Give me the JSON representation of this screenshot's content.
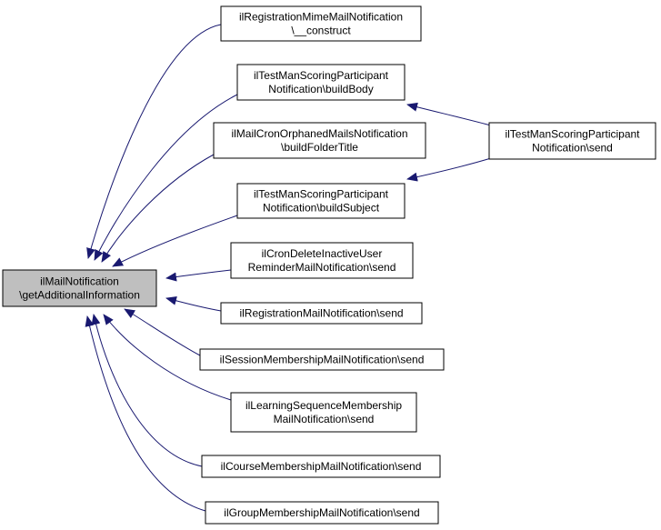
{
  "colors": {
    "edge": "#191970",
    "node_border": "#000000",
    "node_fill": "#ffffff",
    "root_fill": "#bfbfbf"
  },
  "nodes": [
    {
      "id": "root",
      "lines": [
        "ilMailNotification",
        "\\getAdditionalInformation"
      ],
      "highlighted": true
    },
    {
      "id": "n1",
      "lines": [
        "ilRegistrationMimeMailNotification",
        "\\__construct"
      ]
    },
    {
      "id": "n2",
      "lines": [
        "ilTestManScoringParticipant",
        "Notification\\buildBody"
      ]
    },
    {
      "id": "n3",
      "lines": [
        "ilMailCronOrphanedMailsNotification",
        "\\buildFolderTitle"
      ]
    },
    {
      "id": "n4",
      "lines": [
        "ilTestManScoringParticipant",
        "Notification\\buildSubject"
      ]
    },
    {
      "id": "n5",
      "lines": [
        "ilCronDeleteInactiveUser",
        "ReminderMailNotification\\send"
      ]
    },
    {
      "id": "n6",
      "lines": [
        "ilRegistrationMailNotification\\send"
      ]
    },
    {
      "id": "n7",
      "lines": [
        "ilSessionMembershipMailNotification\\send"
      ]
    },
    {
      "id": "n8",
      "lines": [
        "ilLearningSequenceMembership",
        "MailNotification\\send"
      ]
    },
    {
      "id": "n9",
      "lines": [
        "ilCourseMembershipMailNotification\\send"
      ]
    },
    {
      "id": "n10",
      "lines": [
        "ilGroupMembershipMailNotification\\send"
      ]
    },
    {
      "id": "n11",
      "lines": [
        "ilTestManScoringParticipant",
        "Notification\\send"
      ]
    }
  ],
  "edges": [
    {
      "from": "n1",
      "to": "root"
    },
    {
      "from": "n2",
      "to": "root"
    },
    {
      "from": "n3",
      "to": "root"
    },
    {
      "from": "n4",
      "to": "root"
    },
    {
      "from": "n5",
      "to": "root"
    },
    {
      "from": "n6",
      "to": "root"
    },
    {
      "from": "n7",
      "to": "root"
    },
    {
      "from": "n8",
      "to": "root"
    },
    {
      "from": "n9",
      "to": "root"
    },
    {
      "from": "n10",
      "to": "root"
    },
    {
      "from": "n11",
      "to": "n2"
    },
    {
      "from": "n11",
      "to": "n4"
    }
  ]
}
